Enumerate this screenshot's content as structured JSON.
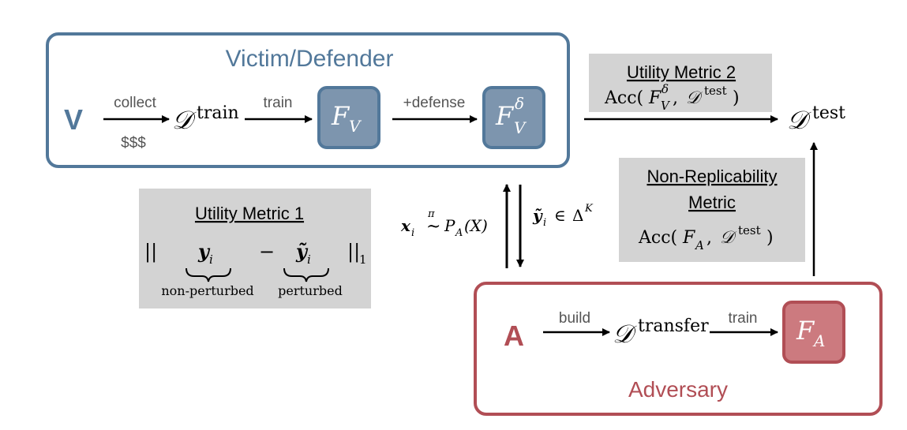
{
  "colors": {
    "victim": "#52789a",
    "victim_fill": "#7d95ae",
    "adversary": "#b14e55",
    "adversary_fill": "#cc7a7f",
    "metric_bg": "#d3d3d3",
    "ink": "#000000"
  },
  "victim": {
    "title": "Victim/Defender",
    "letter": "V",
    "collect": "collect",
    "cost": "$$$",
    "d_base": "𝒟",
    "d_sup": "train",
    "train": "train",
    "f_base": "F",
    "f_sub": "V",
    "defense": "+defense",
    "fd_base": "F",
    "fd_sup": "δ",
    "fd_sub": "V"
  },
  "test": {
    "base": "𝒟",
    "sup": "test"
  },
  "adversary": {
    "title": "Adversary",
    "letter": "A",
    "build": "build",
    "d_base": "𝒟",
    "d_sup": "transfer",
    "train": "train",
    "f_base": "F",
    "f_sub": "A"
  },
  "metric1": {
    "title": "Utility Metric 1",
    "open": "||",
    "y": "y",
    "y_sub": "i",
    "minus": "−",
    "ytilde": "ỹ",
    "ytilde_sub": "i",
    "close": "||",
    "close_sub": "1",
    "label_left": "non-perturbed",
    "label_right": "perturbed"
  },
  "metric2": {
    "title": "Utility Metric 2",
    "acc": "Acc(",
    "f": "F",
    "f_sup": "δ",
    "f_sub": "V",
    "comma": ",",
    "d": "𝒟",
    "d_sup": "test",
    "close": ")"
  },
  "metric3": {
    "title_line1": "Non-Replicability",
    "title_line2": "Metric",
    "acc": "Acc(",
    "f": "F",
    "f_sub": "A",
    "comma": ",",
    "d": "𝒟",
    "d_sup": "test",
    "close": ")"
  },
  "query": {
    "x": "x",
    "x_sub": "i",
    "approx": "~",
    "pi": "π",
    "p": "P",
    "p_sub": "A",
    "p_arg": "(X)"
  },
  "response": {
    "y": "ỹ",
    "y_sub": "i",
    "in": "∈",
    "delta": "Δ",
    "delta_sup": "K"
  }
}
